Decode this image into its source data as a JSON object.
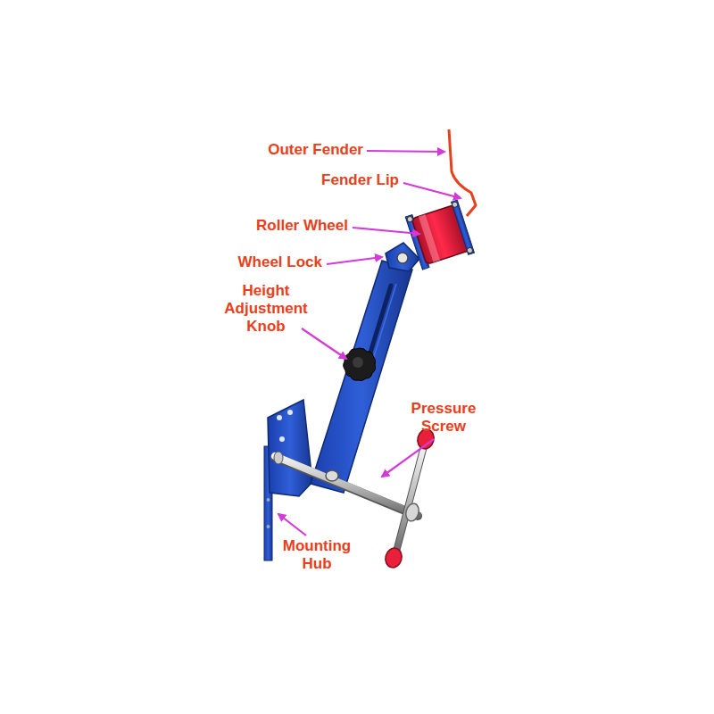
{
  "diagram": {
    "labels": [
      "Outer Fender",
      "Fender Lip",
      "Roller Wheel",
      "Wheel Lock",
      "Height Adjustment Knob",
      "Pressure Screw",
      "Mounting Hub"
    ]
  }
}
